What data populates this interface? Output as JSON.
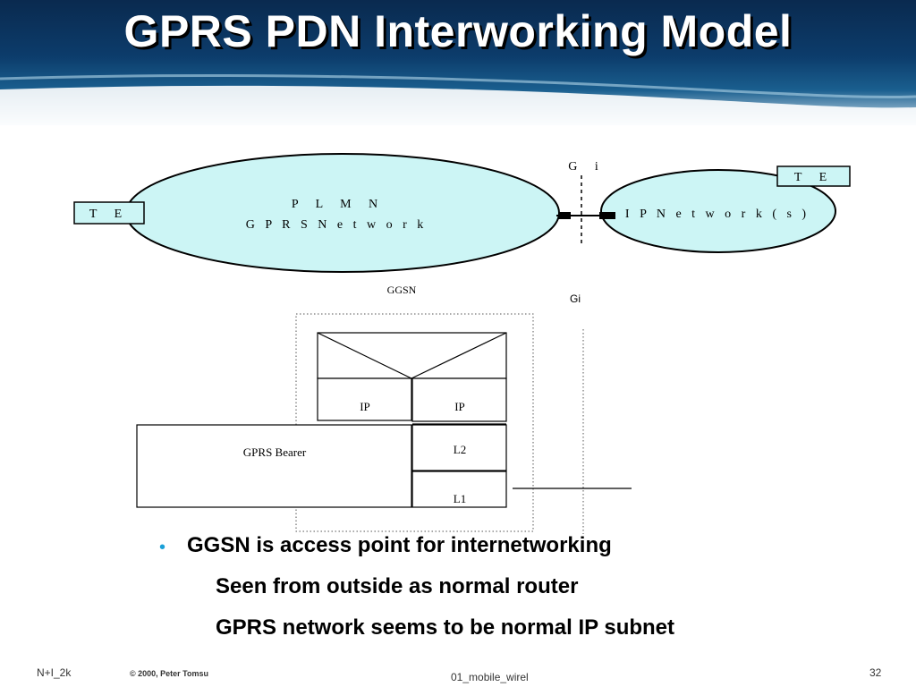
{
  "slide": {
    "title": "GPRS PDN Interworking Model"
  },
  "top_diagram": {
    "plmn_line1": "P L M N",
    "plmn_line2": "G P R S  N e t w o r k",
    "ip_network": "I P  N e t w o r k ( s )",
    "te_left": "T E",
    "te_right": "T E",
    "gi_label": "G i"
  },
  "stack_diagram": {
    "ggsn_label": "GGSN",
    "gi_label": "Gi",
    "ip_left": "IP",
    "ip_right": "IP",
    "gprs_bearer": "GPRS Bearer",
    "l2": "L2",
    "l1": "L1"
  },
  "colors": {
    "cloud_fill": "#ccf5f5",
    "bullet": "#1aa0d8"
  },
  "bullets": {
    "main": "GGSN is access point for internetworking",
    "sub1": "Seen from outside as normal router",
    "sub2": "GPRS network seems to be normal IP subnet"
  },
  "footer": {
    "left": "N+I_2k",
    "copyright": "© 2000, Peter Tomsu",
    "center": "01_mobile_wirel",
    "page": "32"
  }
}
